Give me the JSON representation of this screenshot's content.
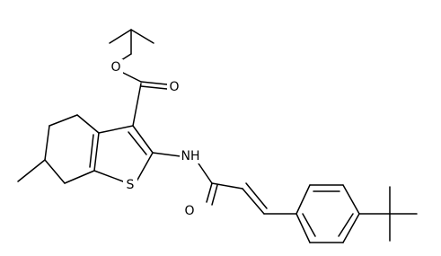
{
  "structure": {
    "atoms": {
      "ester_o_single": "O",
      "ester_o_double": "O",
      "thiophene_s": "S",
      "amide_nh": "NH",
      "amide_o": "O"
    }
  },
  "colors": {
    "bond": "#000000",
    "label": "#000000",
    "background": "#ffffff"
  }
}
